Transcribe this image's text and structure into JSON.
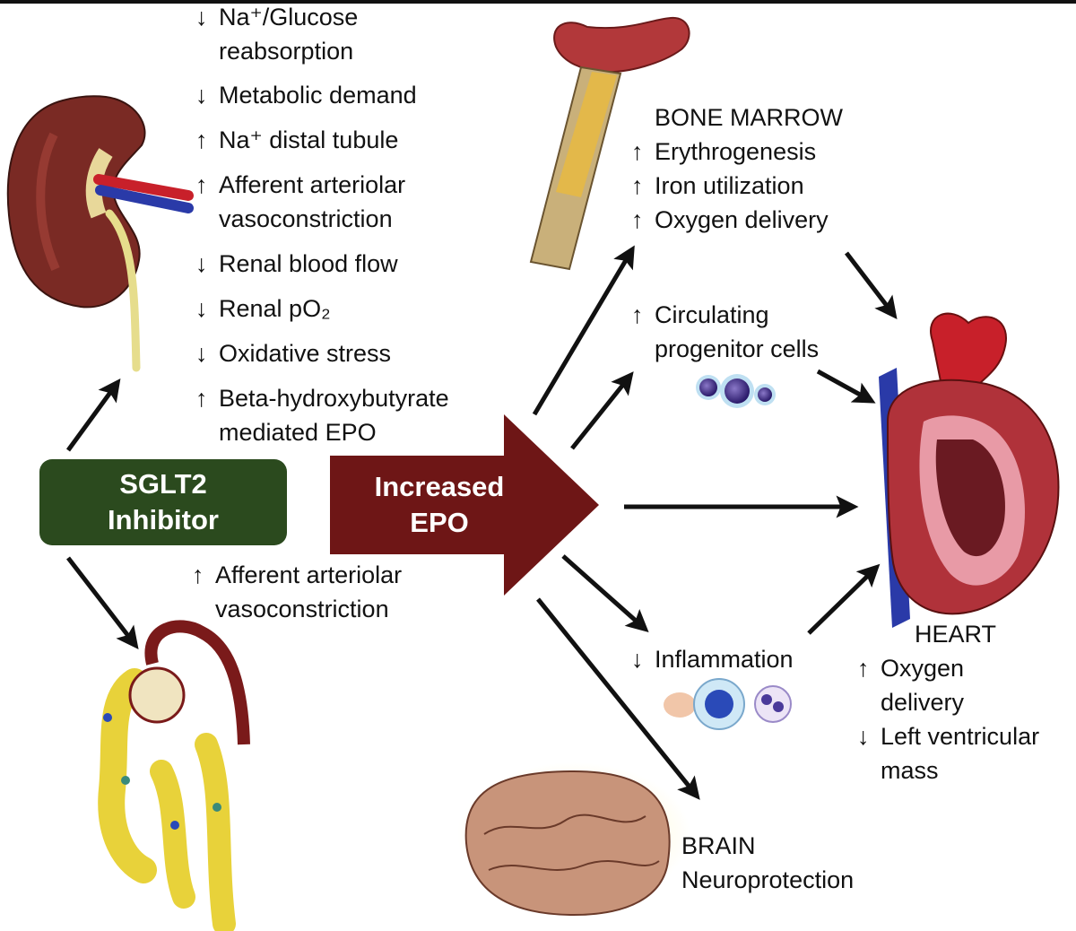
{
  "kidney_effects": [
    {
      "arrow": "↓",
      "lines": [
        "Na⁺/Glucose",
        "reabsorption"
      ]
    },
    {
      "arrow": "↓",
      "lines": [
        "Metabolic demand"
      ]
    },
    {
      "arrow": "↑",
      "lines": [
        "Na⁺ distal tubule"
      ]
    },
    {
      "arrow": "↑",
      "lines": [
        "Afferent arteriolar",
        "vasoconstriction"
      ]
    },
    {
      "arrow": "↓",
      "lines": [
        "Renal blood flow"
      ]
    },
    {
      "arrow": "↓",
      "lines": [
        "Renal pO₂"
      ]
    },
    {
      "arrow": "↓",
      "lines": [
        "Oxidative stress"
      ]
    },
    {
      "arrow": "↑",
      "lines": [
        "Beta-hydroxybutyrate",
        "mediated EPO"
      ]
    }
  ],
  "sglt2_box": {
    "line1": "SGLT2",
    "line2": "Inhibitor"
  },
  "epo_arrow": {
    "line1": "Increased",
    "line2": "EPO"
  },
  "nephron_effect": {
    "arrow": "↑",
    "line1": "Afferent arteriolar",
    "line2": "vasoconstriction"
  },
  "bone_marrow": {
    "title": "BONE MARROW",
    "effects": [
      {
        "arrow": "↑",
        "text": "Erythrogenesis"
      },
      {
        "arrow": "↑",
        "text": "Iron utilization"
      },
      {
        "arrow": "↑",
        "text": "Oxygen delivery"
      }
    ]
  },
  "progenitor": {
    "arrow": "↑",
    "line1": "Circulating",
    "line2": "progenitor cells"
  },
  "inflammation": {
    "arrow": "↓",
    "text": "Inflammation"
  },
  "heart": {
    "title": "HEART",
    "effects": [
      {
        "arrow": "↑",
        "lines": [
          "Oxygen",
          "delivery"
        ]
      },
      {
        "arrow": "↓",
        "lines": [
          "Left ventricular",
          "mass"
        ]
      }
    ]
  },
  "brain": {
    "title": "BRAIN",
    "subtitle": "Neuroprotection"
  },
  "colors": {
    "sglt2_box": "#2b4a1e",
    "epo_arrow": "#6e1616",
    "kidney": "#7a2a24",
    "artery": "#c8202a",
    "vein": "#2a3aa8",
    "heart": "#b0323a",
    "bone_marrow": "#e3b84a",
    "tubule": "#e8d23a",
    "brain": "#c8947a"
  }
}
